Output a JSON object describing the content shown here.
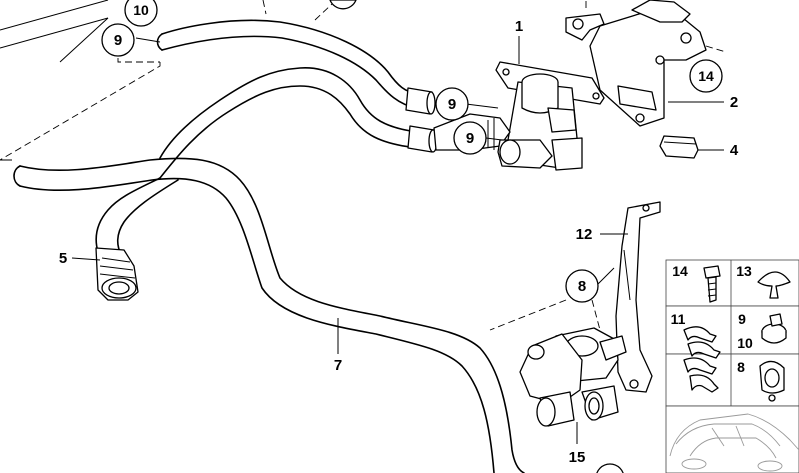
{
  "callouts": {
    "c1": "1",
    "c2": "2",
    "c4": "4",
    "c5": "5",
    "c7": "7",
    "c8": "8",
    "c9a": "9",
    "c9b": "9",
    "c9c": "9",
    "c10": "10",
    "c12": "12",
    "c14": "14",
    "c15": "15"
  },
  "legend": {
    "l14": "14",
    "l13": "13",
    "l11": "11",
    "l9": "9",
    "l10": "10",
    "l8": "8"
  }
}
